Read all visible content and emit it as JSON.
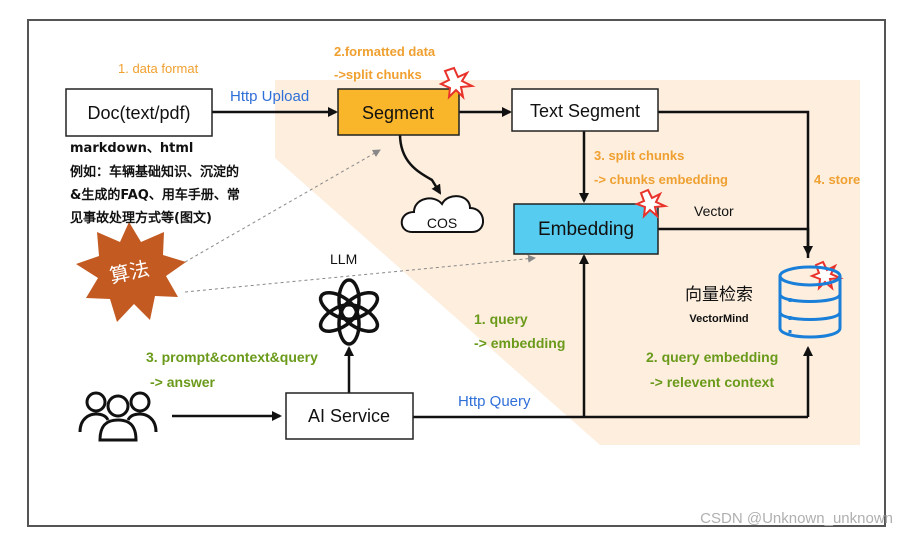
{
  "nodes": {
    "doc": "Doc(text/pdf)",
    "segment": "Segment",
    "text_segment": "Text Segment",
    "embedding": "Embedding",
    "cos": "COS",
    "ai_service": "AI Service",
    "algorithm": "算法",
    "vector_db_title": "向量检索",
    "vector_db_name": "VectorMind"
  },
  "doc_note": [
    "markdown、html",
    "例如：车辆基础知识、沉淀的",
    "&生成的FAQ、用车手册、常",
    "见事故处理方式等(图文)"
  ],
  "labels": {
    "data_format": "1. data format",
    "formatted_1": "2.formatted data",
    "formatted_2": "->split chunks",
    "http_upload": "Http Upload",
    "split_1": "3. split chunks",
    "split_2": "-> chunks embedding",
    "store": "4. store",
    "vector": "Vector",
    "llm": "LLM",
    "query_1": "1. query",
    "query_2": "-> embedding",
    "prompt_1": "3. prompt&context&query",
    "prompt_2": "-> answer",
    "qe_1": "2.  query embedding",
    "qe_2": "-> relevent context",
    "http_query": "Http Query"
  },
  "watermark": "CSDN @Unknown_unknown",
  "colors": {
    "orange_label": "#f0a030",
    "green_label": "#6a9a1a",
    "blue_label": "#2f6fd8",
    "segment_fill": "#f9b62a",
    "embedding_fill": "#55ccf0",
    "highlight_bg": "#fdeede",
    "algorithm_star": "#c35a22",
    "db_blue": "#1a7fd8"
  }
}
